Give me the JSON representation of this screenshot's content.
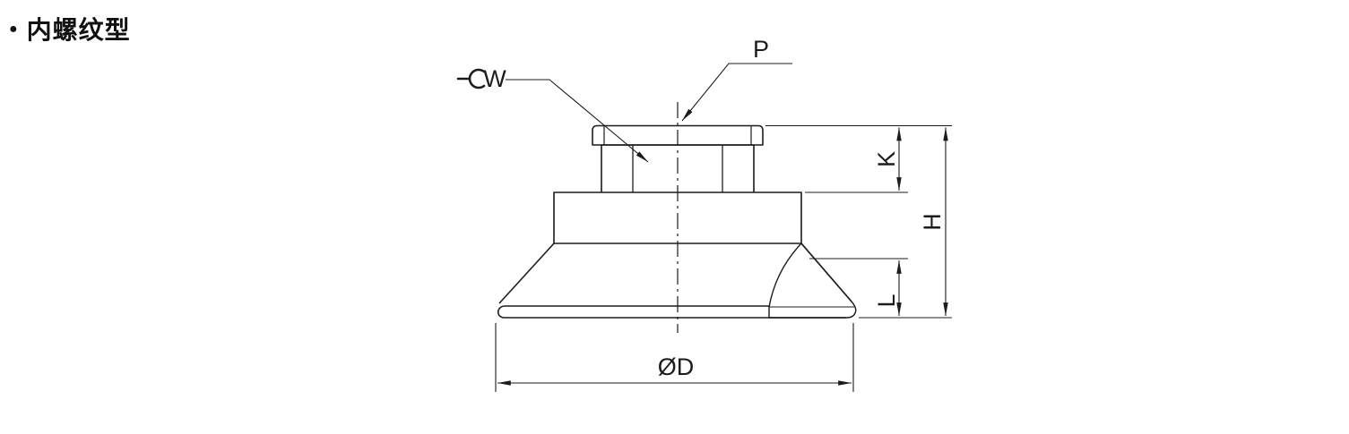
{
  "header": {
    "bullet": "●",
    "title": "内螺纹型"
  },
  "diagram": {
    "labels": {
      "wrench_size": "W",
      "port": "P",
      "dim_k": "K",
      "dim_h": "H",
      "dim_l": "L",
      "diameter": "ØD"
    },
    "colors": {
      "line": "#1c1c1c",
      "background": "#ffffff"
    }
  }
}
